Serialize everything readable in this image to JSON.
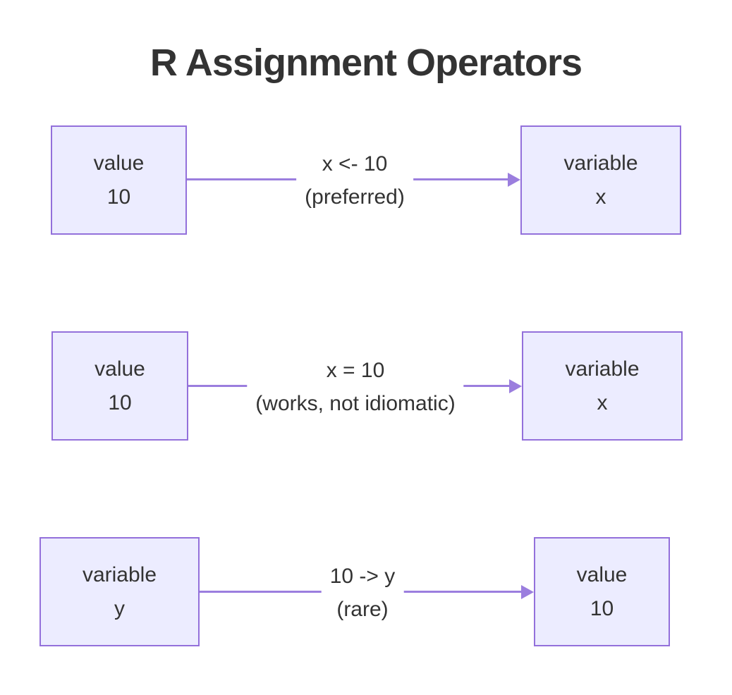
{
  "title": "R Assignment Operators",
  "colors": {
    "background": "#FFFFFF",
    "node_fill": "#ECECFF",
    "node_border": "#9370DB",
    "edge": "#9B7EDE",
    "text": "#333333"
  },
  "rows": [
    {
      "source": {
        "line1": "value",
        "line2": "10"
      },
      "edge_label": {
        "line1": "x <- 10",
        "line2": "(preferred)"
      },
      "target": {
        "line1": "variable",
        "line2": "x"
      }
    },
    {
      "source": {
        "line1": "value",
        "line2": "10"
      },
      "edge_label": {
        "line1": "x = 10",
        "line2": "(works, not idiomatic)"
      },
      "target": {
        "line1": "variable",
        "line2": "x"
      }
    },
    {
      "source": {
        "line1": "variable",
        "line2": "y"
      },
      "edge_label": {
        "line1": "10 -> y",
        "line2": "(rare)"
      },
      "target": {
        "line1": "value",
        "line2": "10"
      }
    }
  ]
}
